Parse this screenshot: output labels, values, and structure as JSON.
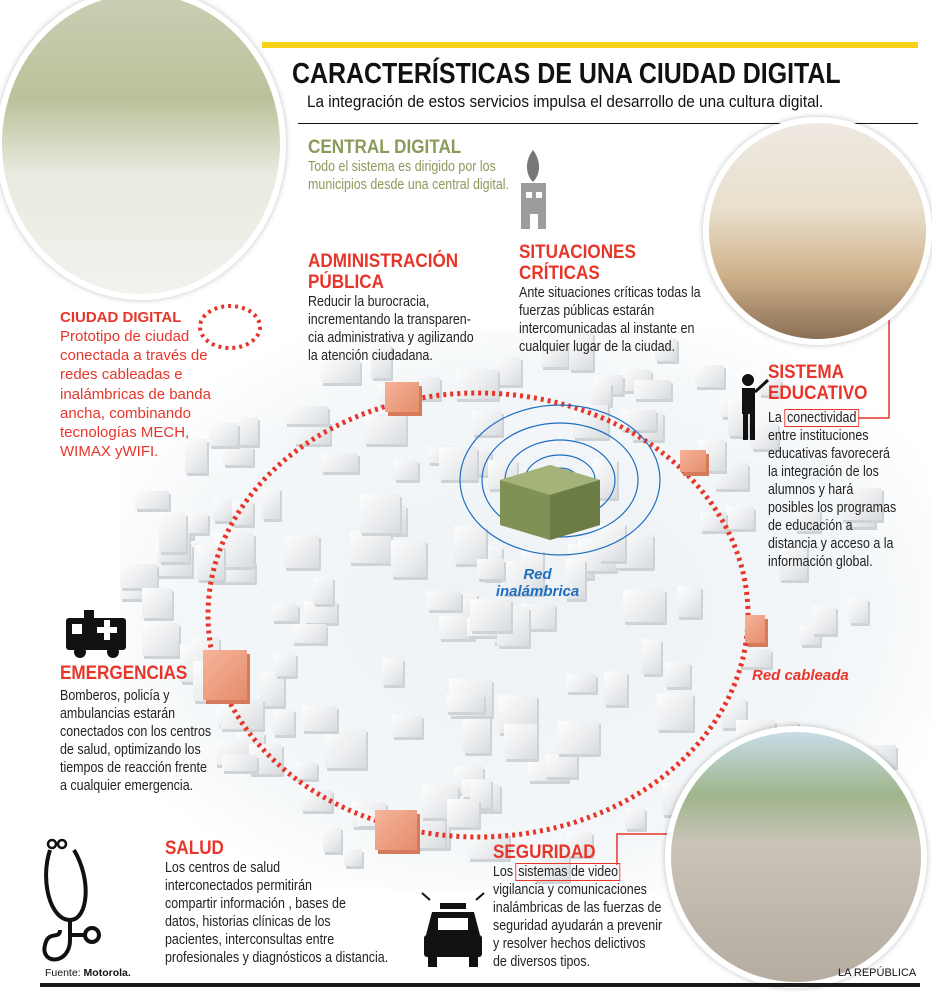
{
  "header": {
    "title": "CARACTERÍSTICAS DE UNA CIUDAD DIGITAL",
    "subtitle": "La integración de estos servicios impulsa el desarrollo de una cultura digital."
  },
  "sections": {
    "central_digital": {
      "title": "CENTRAL DIGITAL",
      "lines": [
        "Todo el sistema es dirigido por los",
        "municipios desde una central digital."
      ]
    },
    "administracion": {
      "title_lines": [
        "ADMINISTRACIÓN",
        "PÚBLICA"
      ],
      "lines": [
        "Reducir la burocracia,",
        "incrementando la transparen-",
        "cia administrativa y agilizando",
        "la atención ciudadana."
      ]
    },
    "situaciones": {
      "title_lines": [
        "SITUACIONES",
        "CRÍTICAS"
      ],
      "lines": [
        "Ante situaciones críticas todas la",
        "fuerzas públicas estarán",
        "intercomunicadas al instante en",
        "cualquier lugar de la ciudad."
      ]
    },
    "ciudad_digital": {
      "title": "CIUDAD DIGITAL",
      "lines": [
        "Prototipo de ciudad",
        "conectada a través de",
        "redes cableadas e",
        "inalámbricas de banda",
        "ancha, combinando",
        "tecnologías MECH,",
        "WIMAX yWIFI."
      ]
    },
    "educativo": {
      "title_lines": [
        "SISTEMA",
        "EDUCATIVO"
      ],
      "first_pre": "La ",
      "highlight": "conectividad",
      "lines": [
        "entre instituciones",
        "educativas favorecerá",
        "la integración de los",
        "alumnos y hará",
        "posibles los programas",
        "de educación a",
        "distancia y acceso a la",
        "información global."
      ]
    },
    "emergencias": {
      "title": "EMERGENCIAS",
      "lines": [
        "Bomberos, policía y",
        "ambulancias estarán",
        "conectados con los centros",
        "de salud, optimizando los",
        "tiempos de reacción frente",
        "a cualquier emergencia."
      ]
    },
    "salud": {
      "title": "SALUD",
      "lines": [
        "Los centros de salud",
        "interconectados permitirán",
        "compartir información , bases de",
        "datos, historias clínicas de los",
        "pacientes, interconsultas entre",
        "profesionales y diagnósticos a distancia."
      ]
    },
    "seguridad": {
      "title": "SEGURIDAD",
      "first_pre": "Los ",
      "highlight": "sistemas de video",
      "lines": [
        "vigilancia y comunicaciones",
        "inalámbricas de las fuerzas de",
        "seguridad ayudarán a prevenir",
        "y resolver hechos delictivos",
        "de diversos tipos."
      ]
    }
  },
  "labels": {
    "wireless": [
      "Red",
      "inalámbrica"
    ],
    "wired": "Red cableada"
  },
  "footer": {
    "source_label": "Fuente:",
    "source": "Motorola.",
    "credit": "LA REPÚBLICA"
  },
  "colors": {
    "red": "#e8352a",
    "green": "#8a9a5b",
    "blue": "#1f6fc0",
    "yellow": "#f7d117"
  }
}
